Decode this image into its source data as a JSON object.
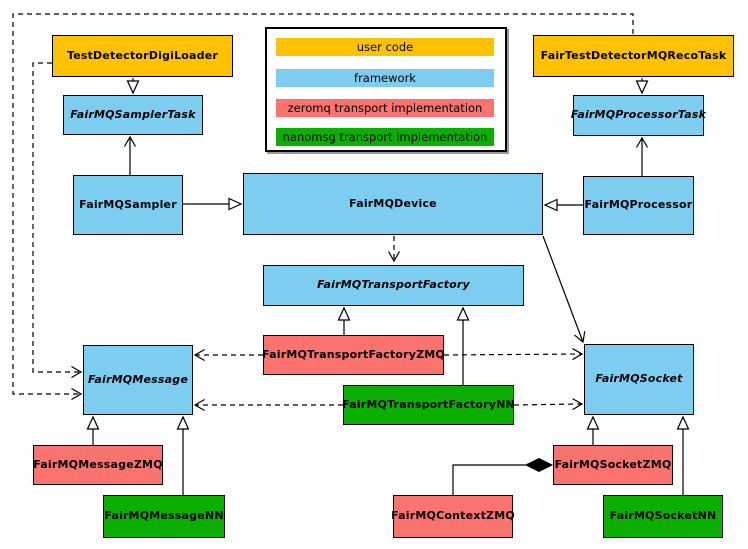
{
  "diagram": {
    "type": "uml-class-diagram",
    "colors": {
      "user_code": "#FFC200",
      "framework": "#7DCDF0",
      "zeromq": "#FA736E",
      "nanomsg": "#0AAF00",
      "border": "#000000",
      "background": "#FFFFFF"
    }
  },
  "legend": {
    "items": [
      {
        "label": "user code",
        "color": "#FFC200"
      },
      {
        "label": "framework",
        "color": "#7DCDF0"
      },
      {
        "label": "zeromq transport implementation",
        "color": "#FA736E"
      },
      {
        "label": "nanomsg transport implementation",
        "color": "#0AAF00"
      }
    ]
  },
  "nodes": [
    {
      "label": "TestDetectorDigiLoader",
      "category": "user_code",
      "abstract": false
    },
    {
      "label": "FairTestDetectorMQRecoTask",
      "category": "user_code",
      "abstract": false
    },
    {
      "label": "FairMQSamplerTask",
      "category": "framework",
      "abstract": true
    },
    {
      "label": "FairMQProcessorTask",
      "category": "framework",
      "abstract": true
    },
    {
      "label": "FairMQSampler",
      "category": "framework",
      "abstract": false
    },
    {
      "label": "FairMQDevice",
      "category": "framework",
      "abstract": false
    },
    {
      "label": "FairMQProcessor",
      "category": "framework",
      "abstract": false
    },
    {
      "label": "FairMQTransportFactory",
      "category": "framework",
      "abstract": true
    },
    {
      "label": "FairMQTransportFactoryZMQ",
      "category": "zeromq",
      "abstract": false
    },
    {
      "label": "FairMQTransportFactoryNN",
      "category": "nanomsg",
      "abstract": false
    },
    {
      "label": "FairMQMessage",
      "category": "framework",
      "abstract": true
    },
    {
      "label": "FairMQSocket",
      "category": "framework",
      "abstract": true
    },
    {
      "label": "FairMQMessageZMQ",
      "category": "zeromq",
      "abstract": false
    },
    {
      "label": "FairMQMessageNN",
      "category": "nanomsg",
      "abstract": false
    },
    {
      "label": "FairMQSocketZMQ",
      "category": "zeromq",
      "abstract": false
    },
    {
      "label": "FairMQContextZMQ",
      "category": "zeromq",
      "abstract": false
    },
    {
      "label": "FairMQSocketNN",
      "category": "nanomsg",
      "abstract": false
    }
  ],
  "edges": [
    {
      "type": "generalization",
      "from": "TestDetectorDigiLoader",
      "to": "FairMQSamplerTask"
    },
    {
      "type": "generalization",
      "from": "FairTestDetectorMQRecoTask",
      "to": "FairMQProcessorTask"
    },
    {
      "type": "generalization",
      "from": "FairMQSampler",
      "to": "FairMQDevice"
    },
    {
      "type": "generalization",
      "from": "FairMQProcessor",
      "to": "FairMQDevice"
    },
    {
      "type": "generalization",
      "from": "FairMQTransportFactoryZMQ",
      "to": "FairMQTransportFactory"
    },
    {
      "type": "generalization",
      "from": "FairMQTransportFactoryNN",
      "to": "FairMQTransportFactory"
    },
    {
      "type": "generalization",
      "from": "FairMQMessageZMQ",
      "to": "FairMQMessage"
    },
    {
      "type": "generalization",
      "from": "FairMQMessageNN",
      "to": "FairMQMessage"
    },
    {
      "type": "generalization",
      "from": "FairMQSocketZMQ",
      "to": "FairMQSocket"
    },
    {
      "type": "generalization",
      "from": "FairMQSocketNN",
      "to": "FairMQSocket"
    },
    {
      "type": "association",
      "from": "FairMQSampler",
      "to": "FairMQSamplerTask"
    },
    {
      "type": "association",
      "from": "FairMQProcessor",
      "to": "FairMQProcessorTask"
    },
    {
      "type": "association",
      "from": "FairMQDevice",
      "to": "FairMQSocket"
    },
    {
      "type": "dependency",
      "from": "FairMQDevice",
      "to": "FairMQTransportFactory"
    },
    {
      "type": "dependency",
      "from": "TestDetectorDigiLoader",
      "to": "FairMQMessage"
    },
    {
      "type": "dependency",
      "from": "FairTestDetectorMQRecoTask",
      "to": "FairMQMessage"
    },
    {
      "type": "dependency",
      "from": "FairMQTransportFactoryZMQ",
      "to": "FairMQMessage"
    },
    {
      "type": "dependency",
      "from": "FairMQTransportFactoryZMQ",
      "to": "FairMQSocket"
    },
    {
      "type": "dependency",
      "from": "FairMQTransportFactoryNN",
      "to": "FairMQMessage"
    },
    {
      "type": "dependency",
      "from": "FairMQTransportFactoryNN",
      "to": "FairMQSocket"
    },
    {
      "type": "composition",
      "from": "FairMQContextZMQ",
      "to": "FairMQSocketZMQ"
    }
  ]
}
